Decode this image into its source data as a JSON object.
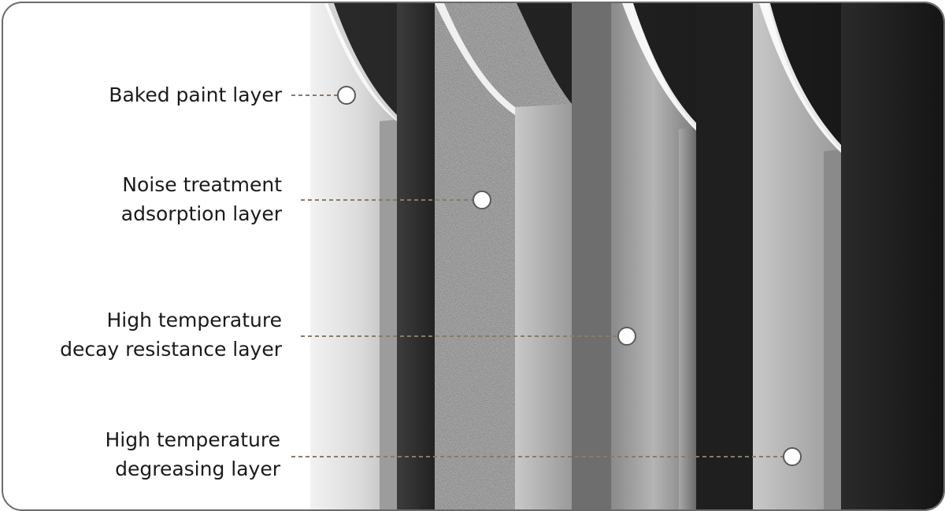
{
  "callouts": [
    {
      "id": "baked-paint",
      "lines": [
        "Baked paint layer"
      ]
    },
    {
      "id": "noise-treatment",
      "lines": [
        "Noise treatment",
        "adsorption layer"
      ]
    },
    {
      "id": "decay-resistance",
      "lines": [
        "High temperature",
        "decay resistance layer"
      ]
    },
    {
      "id": "degreasing",
      "lines": [
        "High temperature",
        "degreasing layer"
      ]
    }
  ],
  "colors": {
    "frame_border": "#6b6b6b",
    "background_dark": "#1c1c1c",
    "label_text": "#1a1a1a",
    "leader_line": "#8a7a6a"
  }
}
